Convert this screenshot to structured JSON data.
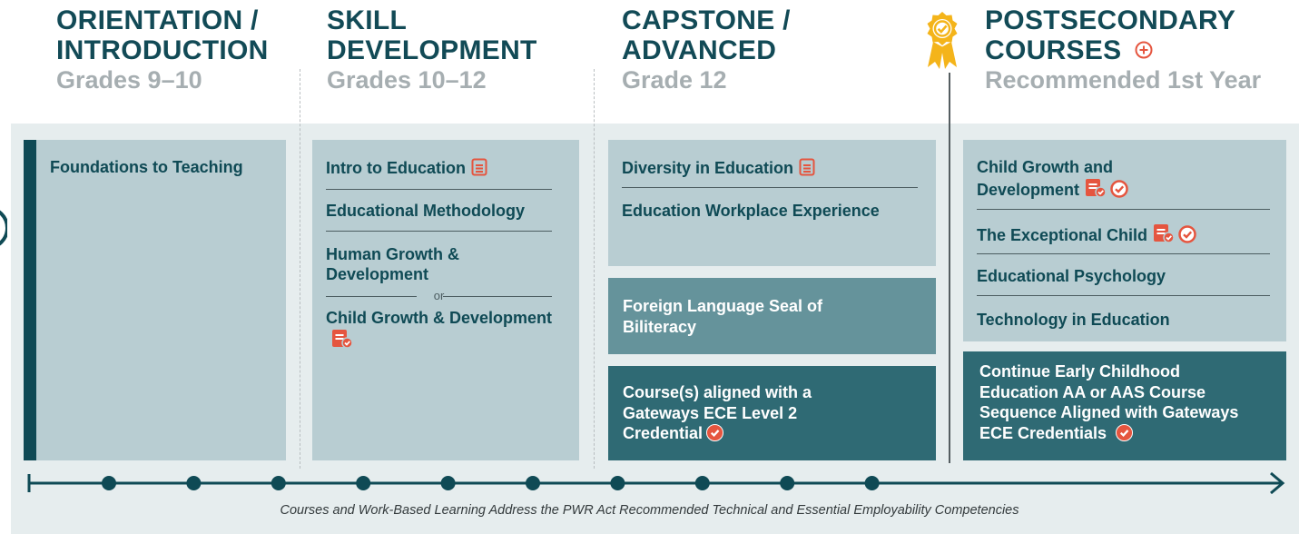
{
  "colors": {
    "teal_dark": "#0f4a55",
    "teal_mid": "#2f6a74",
    "teal_light": "#65939b",
    "card": "#b8cdd2",
    "band": "#e6edee",
    "gray_text": "#a6aeb1",
    "icon_red": "#e5553f",
    "icon_gold": "#f4b41a"
  },
  "stages": [
    {
      "title_line1": "ORIENTATION /",
      "title_line2": "INTRODUCTION",
      "grades": "Grades 9–10"
    },
    {
      "title_line1": "SKILL",
      "title_line2": "DEVELOPMENT",
      "grades": "Grades 10–12"
    },
    {
      "title_line1": "CAPSTONE /",
      "title_line2": "ADVANCED",
      "grades": "Grade 12"
    },
    {
      "title_line1": "POSTSECONDARY",
      "title_line2": "COURSES",
      "grades": "Recommended 1st Year",
      "title_icon": "plus-circle-icon",
      "badge_icon": "award-ribbon-icon"
    }
  ],
  "orientation": {
    "courses": [
      "Foundations to Teaching"
    ]
  },
  "skill": {
    "courses": [
      "Intro to Education",
      "Educational Methodology",
      "Human Growth & Development",
      "Child Growth & Development"
    ],
    "or_label": "or"
  },
  "capstone": {
    "courses": [
      "Diversity in Education",
      "Education Workplace Experience"
    ],
    "seal_box": "Foreign Language Seal of Biliteracy",
    "gateway_box": "Course(s) aligned with a Gateways ECE Level 2 Credential"
  },
  "postsecondary": {
    "courses": [
      "Child Growth and Development",
      "The Exceptional Child",
      "Educational Psychology",
      "Technology in Education"
    ],
    "continue_box": "Continue Early Childhood Education AA or AAS Course Sequence Aligned with Gateways ECE Credentials"
  },
  "timeline": {
    "dot_count": 10
  },
  "footer": "Courses and Work-Based Learning Address the PWR Act Recommended Technical and Essential Employability Competencies"
}
